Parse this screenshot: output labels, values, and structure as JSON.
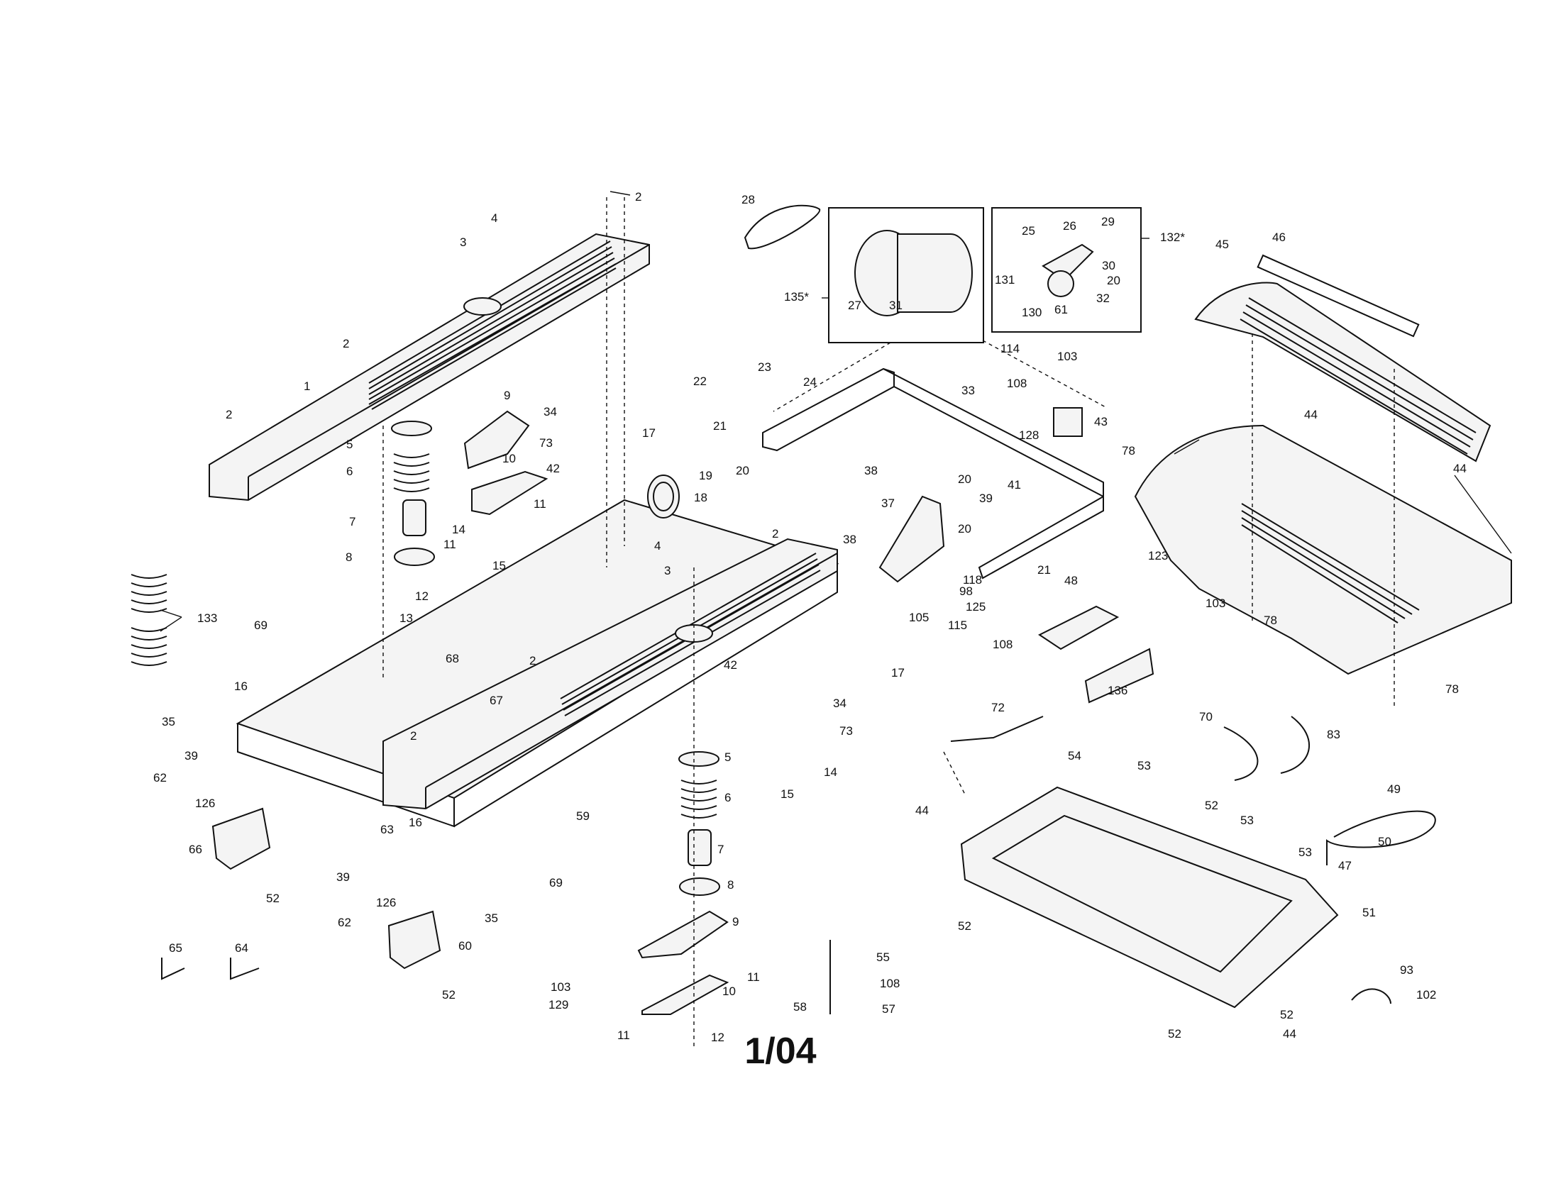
{
  "page_label": "1/04",
  "part_labels": {
    "p1": "1",
    "p2": "2",
    "p3": "3",
    "p4": "4",
    "p5": "5",
    "p6": "6",
    "p7": "7",
    "p8": "8",
    "p9": "9",
    "p10": "10",
    "p11": "11",
    "p12": "12",
    "p13": "13",
    "p14": "14",
    "p15": "15",
    "p16": "16",
    "p17": "17",
    "p18": "18",
    "p19": "19",
    "p20": "20",
    "p21": "21",
    "p22": "22",
    "p23": "23",
    "p24": "24",
    "p25": "25",
    "p26": "26",
    "p27": "27",
    "p28": "28",
    "p29": "29",
    "p30": "30",
    "p31": "31",
    "p32": "32",
    "p33": "33",
    "p34": "34",
    "p35": "35",
    "p37": "37",
    "p38": "38",
    "p39": "39",
    "p41": "41",
    "p42": "42",
    "p43": "43",
    "p44": "44",
    "p45": "45",
    "p46": "46",
    "p47": "47",
    "p48": "48",
    "p49": "49",
    "p50": "50",
    "p51": "51",
    "p52": "52",
    "p53": "53",
    "p54": "54",
    "p55": "55",
    "p57": "57",
    "p58": "58",
    "p59": "59",
    "p60": "60",
    "p61": "61",
    "p62": "62",
    "p63": "63",
    "p64": "64",
    "p65": "65",
    "p66": "66",
    "p67": "67",
    "p68": "68",
    "p69": "69",
    "p70": "70",
    "p72": "72",
    "p73": "73",
    "p78": "78",
    "p83": "83",
    "p93": "93",
    "p98": "98",
    "p102": "102",
    "p103": "103",
    "p105": "105",
    "p108": "108",
    "p114": "114",
    "p115": "115",
    "p118": "118",
    "p123": "123",
    "p125": "125",
    "p126": "126",
    "p128": "128",
    "p129": "129",
    "p130": "130",
    "p131": "131",
    "p132": "132*",
    "p133": "133",
    "p135": "135*",
    "p136": "136"
  }
}
